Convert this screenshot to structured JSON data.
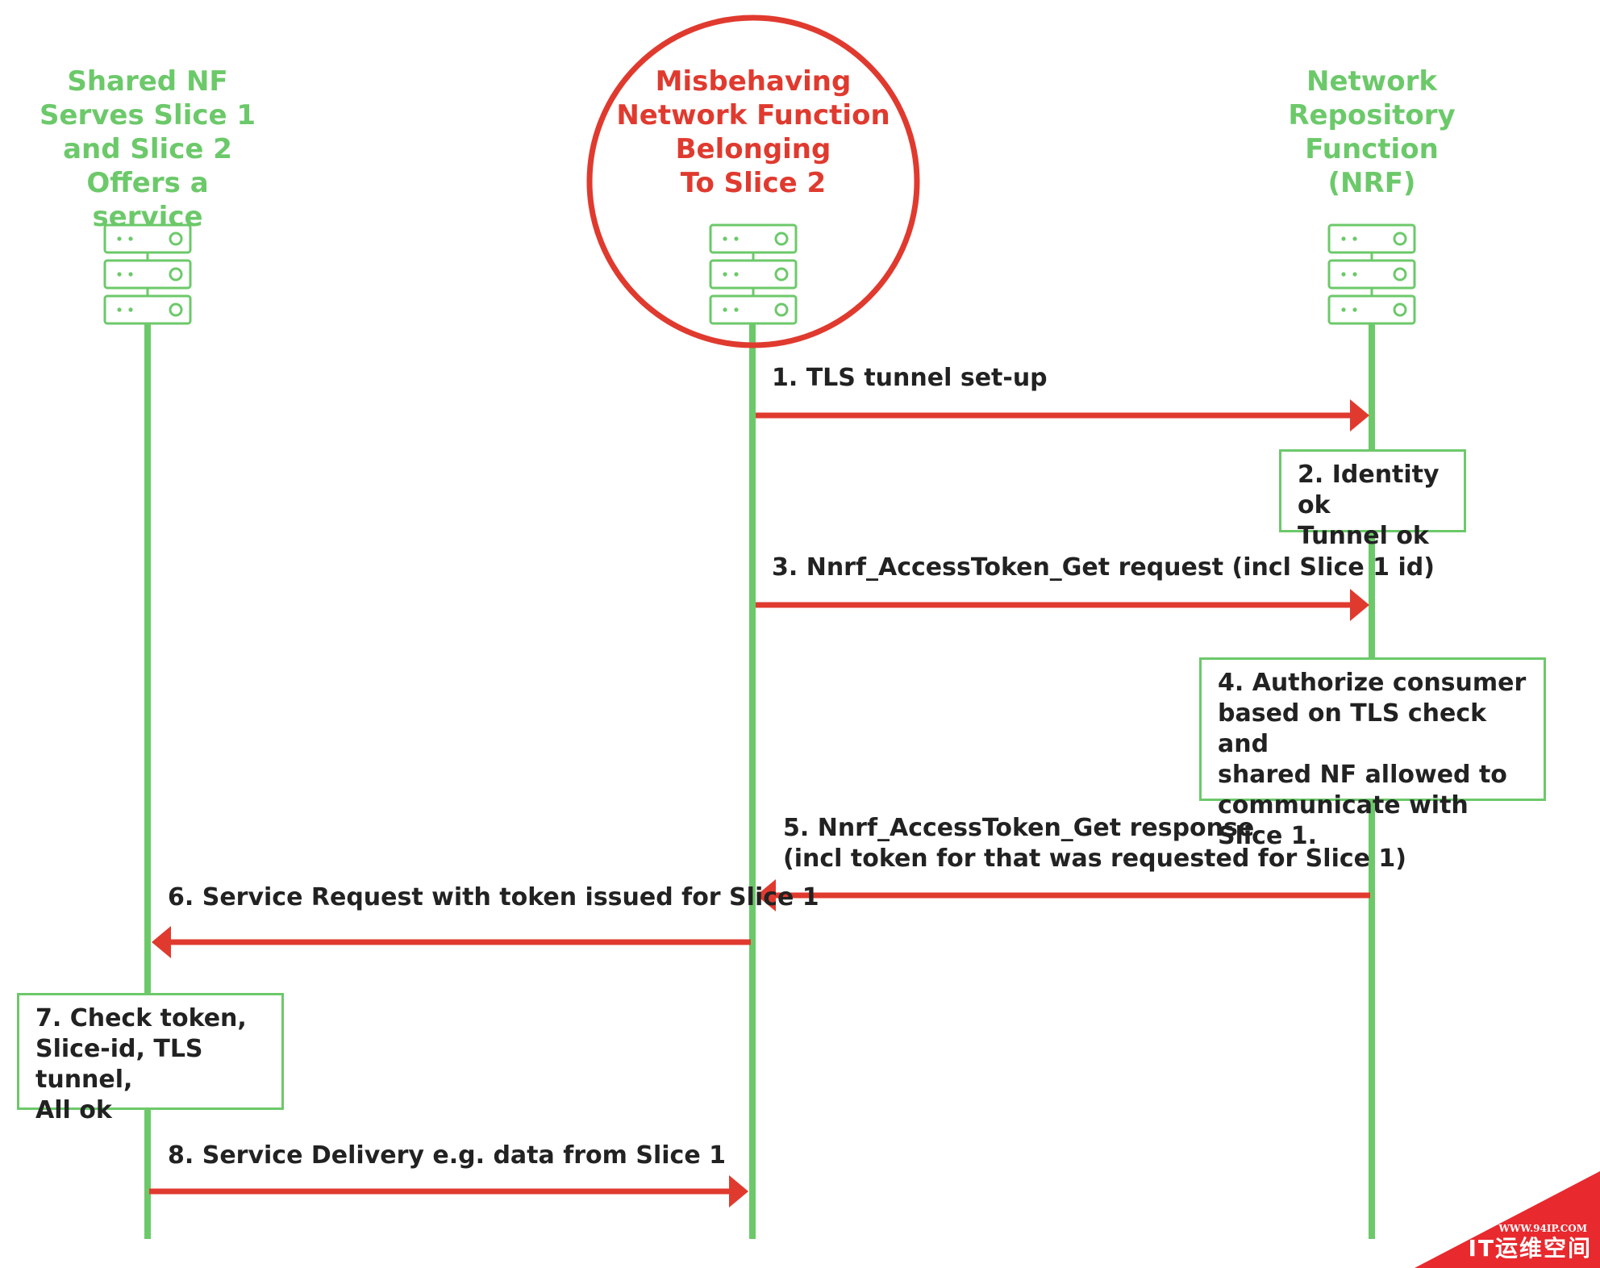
{
  "colors": {
    "lifeline_green": "#6cc96a",
    "title_green": "#6cc96a",
    "alert_red": "#e03a2f",
    "text_dark": "#222222"
  },
  "actors": [
    {
      "id": "shared-nf",
      "title": "Shared NF\nServes Slice 1\nand Slice 2\nOffers a service",
      "icon": "server-stack-icon"
    },
    {
      "id": "misbehaving-nf",
      "title": "Misbehaving\nNetwork Function\nBelonging\nTo Slice 2",
      "icon": "server-stack-icon"
    },
    {
      "id": "nrf",
      "title": "Network\nRepository\nFunction\n(NRF)",
      "icon": "server-stack-icon"
    }
  ],
  "messages": [
    {
      "label": "1. TLS tunnel set-up",
      "from": "misbehaving-nf",
      "to": "nrf"
    },
    {
      "label": "3. Nnrf_AccessToken_Get request (incl Slice 1 id)",
      "from": "misbehaving-nf",
      "to": "nrf"
    },
    {
      "label": "5. Nnrf_AccessToken_Get response\n(incl token for that was requested for Slice 1)",
      "from": "nrf",
      "to": "misbehaving-nf"
    },
    {
      "label": "6. Service Request with token issued for Slice 1",
      "from": "misbehaving-nf",
      "to": "shared-nf"
    },
    {
      "label": "8. Service Delivery e.g. data from Slice 1",
      "from": "shared-nf",
      "to": "misbehaving-nf"
    }
  ],
  "notes": [
    {
      "label": "2. Identity ok\nTunnel ok",
      "actor": "nrf"
    },
    {
      "label": "4. Authorize consumer\nbased on TLS check and\nshared NF allowed to\ncommunicate with Slice 1.",
      "actor": "nrf"
    },
    {
      "label": "7. Check token,\nSlice-id, TLS  tunnel,\nAll ok",
      "actor": "shared-nf"
    }
  ],
  "watermark": {
    "url": "WWW.94IP.COM",
    "name": "IT运维空间"
  }
}
